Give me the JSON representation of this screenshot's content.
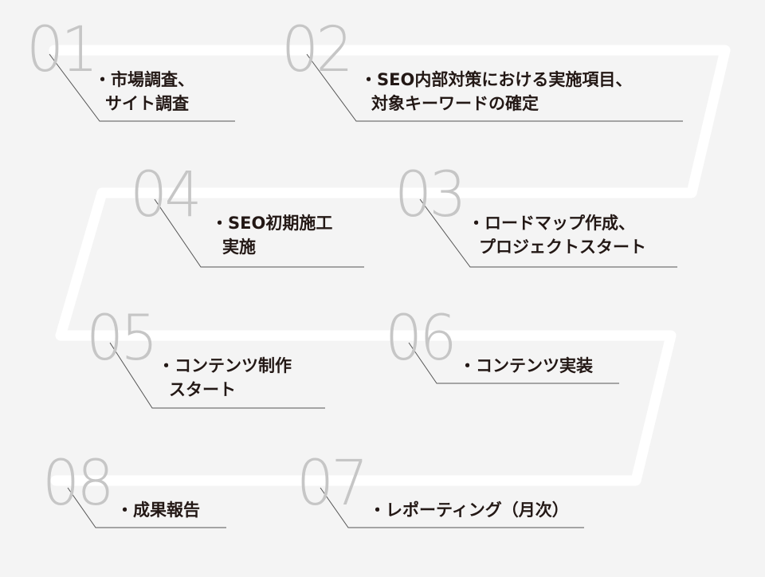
{
  "steps": [
    {
      "number": "01",
      "lines": [
        "・市場調査、",
        "サイト調査"
      ]
    },
    {
      "number": "02",
      "lines": [
        "・SEO内部対策における実施項目、",
        "対象キーワードの確定"
      ]
    },
    {
      "number": "03",
      "lines": [
        "・ロードマップ作成、",
        "プロジェクトスタート"
      ]
    },
    {
      "number": "04",
      "lines": [
        "・SEO初期施工",
        "実施"
      ]
    },
    {
      "number": "05",
      "lines": [
        "・コンテンツ制作",
        "スタート"
      ]
    },
    {
      "number": "06",
      "lines": [
        "・コンテンツ実装"
      ]
    },
    {
      "number": "07",
      "lines": [
        "・レポーティング（月次）"
      ]
    },
    {
      "number": "08",
      "lines": [
        "・成果報告"
      ]
    }
  ],
  "colors": {
    "background": "#f4f4f4",
    "path": "#ffffff",
    "number": "#c6c6c6",
    "text": "#231815",
    "leader": "#555555"
  }
}
